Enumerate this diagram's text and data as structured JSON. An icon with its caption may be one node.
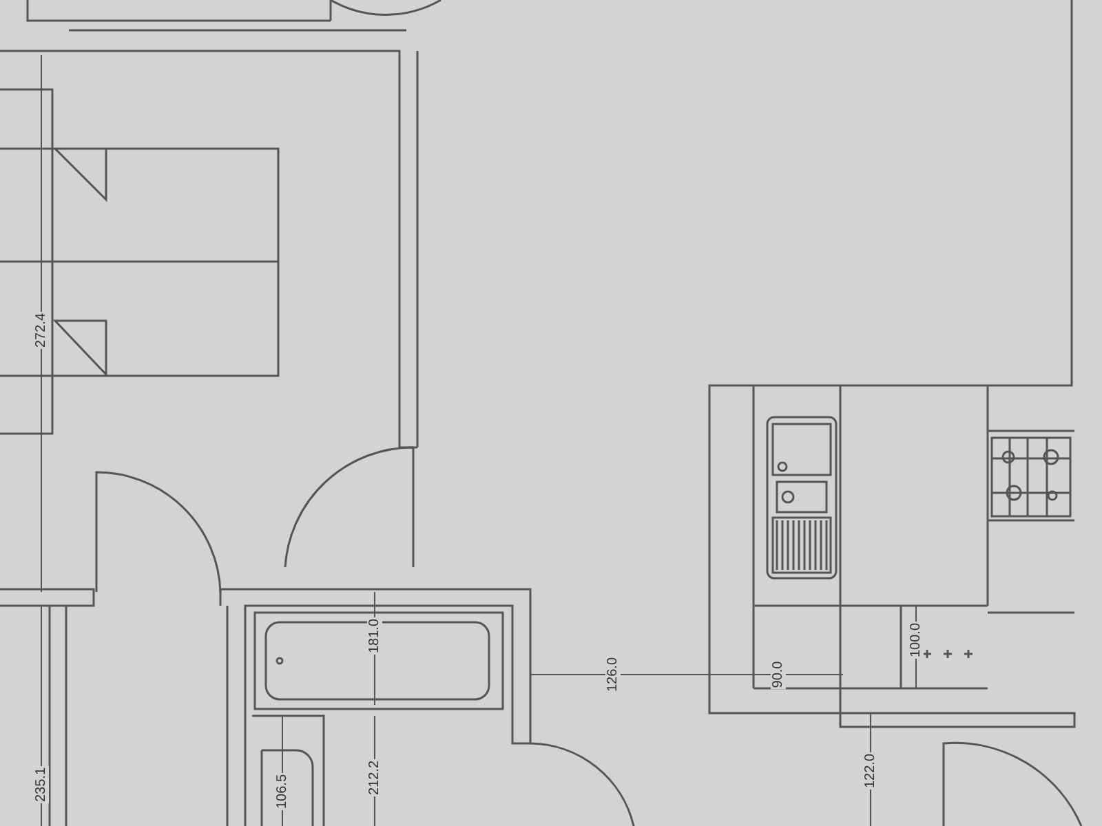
{
  "diagram": {
    "labels": [
      "272.4",
      "100.0",
      "181.0",
      "126.0",
      "90.0",
      "122.0",
      "212.2",
      "235.1",
      "106.5"
    ]
  }
}
